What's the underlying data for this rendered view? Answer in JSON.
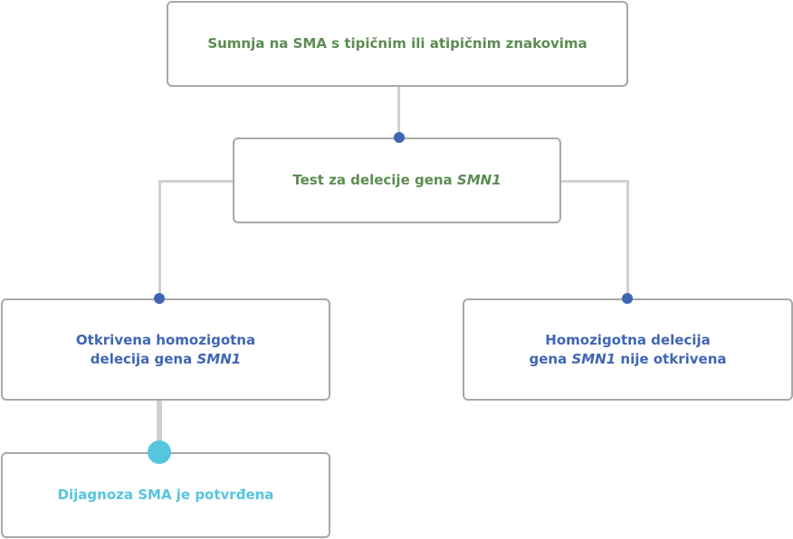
{
  "nodes": {
    "top": {
      "text": "Sumnja na SMA s tipičnim ili atipičnim znakovima"
    },
    "test": {
      "text": "Test za delecije gena ",
      "gene": "SMN1"
    },
    "left": {
      "line1": "Otkrivena homozigotna",
      "line2_pre": "delecija gena ",
      "line2_gene": "SMN1"
    },
    "right": {
      "line1": "Homozigotna delecija",
      "line2_pre": "gena ",
      "line2_gene": "SMN1",
      "line2_post": " nije otkrivena"
    },
    "confirm": {
      "text": "Dijagnoza SMA je potvrđena"
    }
  },
  "colors": {
    "green_text": "#5b8c52",
    "blue_text": "#3e66b3",
    "cyan_text": "#55c5e0",
    "connector": "#d0d0d0",
    "border": "#a8a8a8"
  }
}
